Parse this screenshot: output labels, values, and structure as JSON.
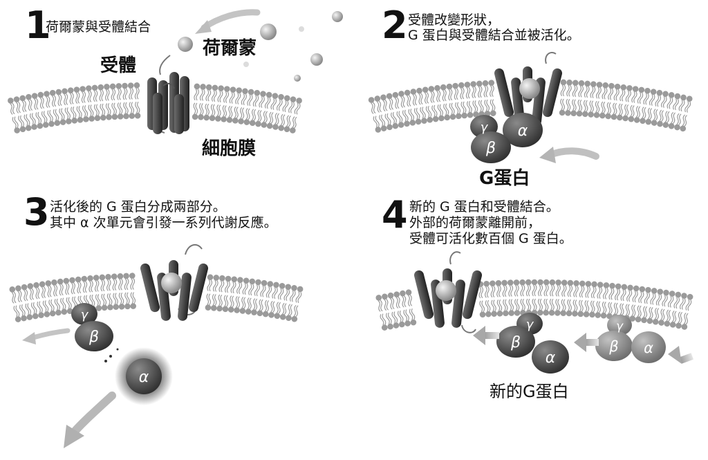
{
  "steps": [
    {
      "number": "1",
      "lines": [
        "荷爾蒙與受體結合"
      ]
    },
    {
      "number": "2",
      "lines": [
        "受體改變形狀，",
        "G 蛋白與受體結合並被活化。"
      ]
    },
    {
      "number": "3",
      "lines": [
        "活化後的 G 蛋白分成兩部分。",
        "其中 α 次單元會引發一系列代謝反應。"
      ]
    },
    {
      "number": "4",
      "lines": [
        "新的 G 蛋白和受體結合。",
        "外部的荷爾蒙離開前，",
        "受體可活化數百個 G 蛋白。"
      ]
    }
  ],
  "labels": {
    "hormone": "荷爾蒙",
    "receptor": "受體",
    "membrane": "細胞膜",
    "g_protein": "G蛋白",
    "new_g_protein": "新的G蛋白"
  },
  "subunits": {
    "alpha": "α",
    "beta": "β",
    "gamma": "γ"
  },
  "colors": {
    "membrane": "#9a9a9a",
    "receptor": "#4a4a4a",
    "subunit_dark": "#505050",
    "subunit_light": "#8c8c8c",
    "arrow": "#b4b4b4",
    "hormone": "#c8c8c8"
  }
}
